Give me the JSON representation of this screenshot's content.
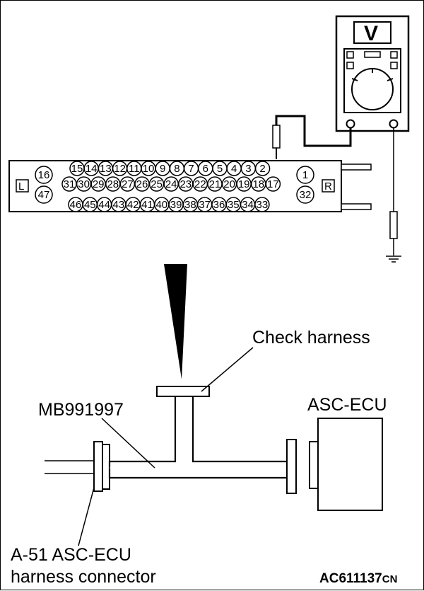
{
  "connector": {
    "left_side_label": "L",
    "right_side_label": "R",
    "left_pins": [
      "16",
      "47"
    ],
    "right_pins": [
      "1",
      "32"
    ],
    "top_row": [
      "15",
      "14",
      "13",
      "12",
      "11",
      "10",
      "9",
      "8",
      "7",
      "6",
      "5",
      "4",
      "3",
      "2"
    ],
    "middle_row": [
      "31",
      "30",
      "29",
      "28",
      "27",
      "26",
      "25",
      "24",
      "23",
      "22",
      "21",
      "20",
      "19",
      "18",
      "17"
    ],
    "bottom_row": [
      "46",
      "45",
      "44",
      "43",
      "42",
      "41",
      "40",
      "39",
      "38",
      "37",
      "36",
      "35",
      "34",
      "33"
    ],
    "probed_pin": "2"
  },
  "meter": {
    "mode_label": "V"
  },
  "labels": {
    "check_harness": "Check harness",
    "tool_number": "MB991997",
    "ecu": "ASC-ECU",
    "connector_line1": "A-51 ASC-ECU",
    "connector_line2": "harness connector"
  },
  "figure_code": {
    "main": "AC611137",
    "suffix": "CN"
  }
}
